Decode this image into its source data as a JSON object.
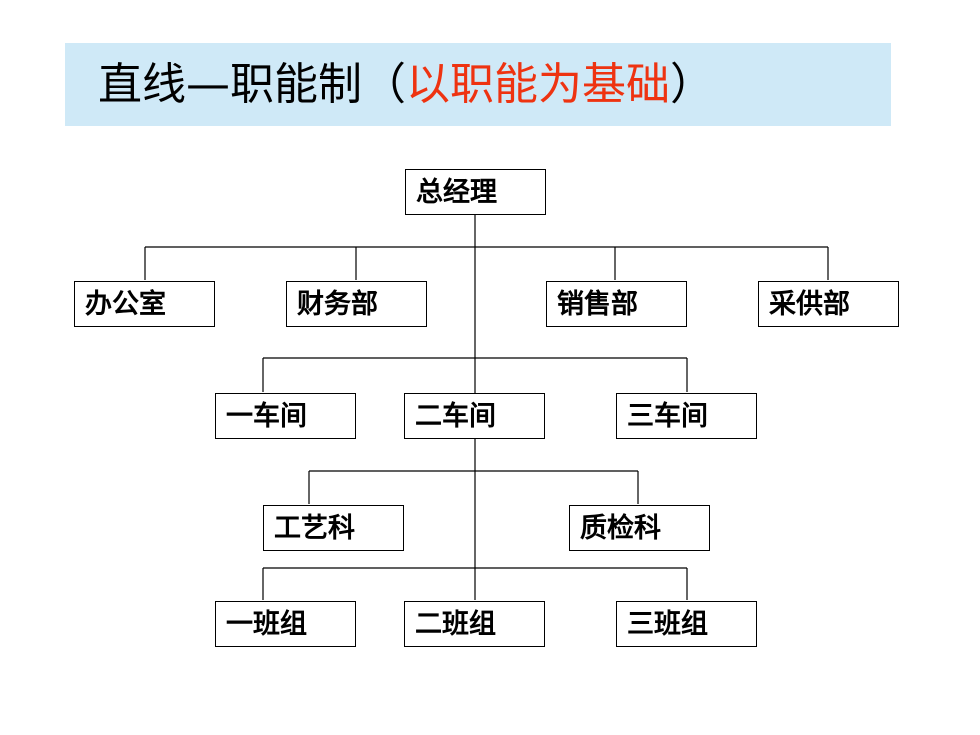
{
  "title": {
    "prefix": "直线",
    "dash": "—",
    "main": "职能制（",
    "accent": "以职能为基础",
    "suffix": "）"
  },
  "accent_color": "#ee3311",
  "band_color": "#cfe9f7",
  "nodes": {
    "gm": "总经理",
    "office": "办公室",
    "finance": "财务部",
    "sales": "销售部",
    "purchasing": "采供部",
    "workshop1": "一车间",
    "workshop2": "二车间",
    "workshop3": "三车间",
    "process": "工艺科",
    "qc": "质检科",
    "team1": "一班组",
    "team2": "二班组",
    "team3": "三班组"
  }
}
